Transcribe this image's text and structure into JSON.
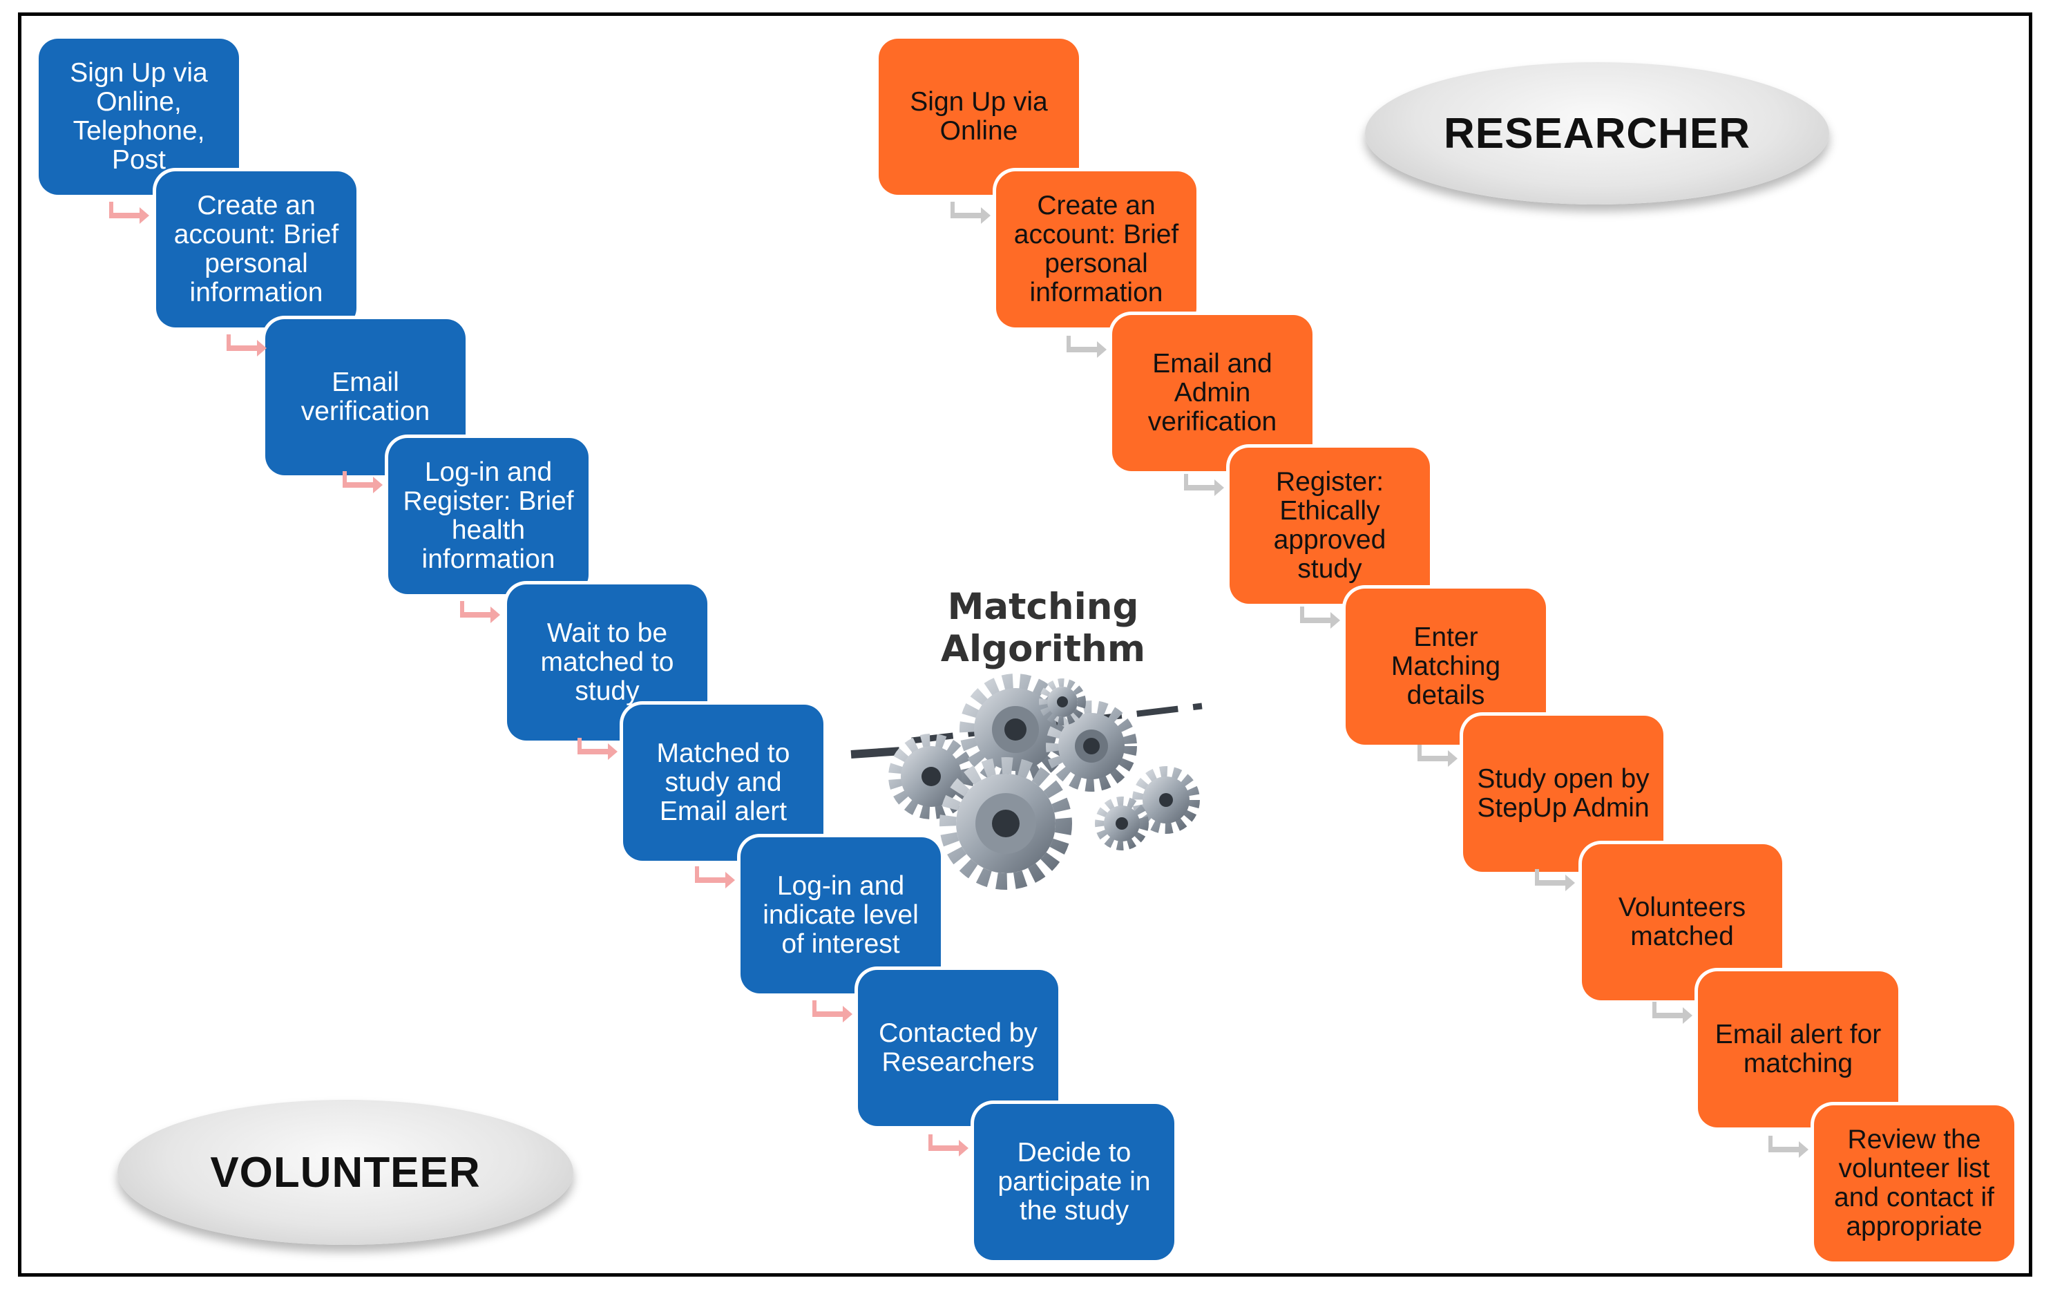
{
  "labels": {
    "volunteer": "VOLUNTEER",
    "researcher": "RESEARCHER",
    "algorithm": "Matching Algorithm"
  },
  "volunteer_steps": [
    "Sign Up via Online, Telephone, Post",
    "Create an account: Brief personal information",
    "Email verification",
    "Log-in and Register: Brief health information",
    "Wait to be matched to study",
    "Matched to study and Email alert",
    "Log-in and indicate level of interest",
    "Contacted by Researchers",
    "Decide to participate in the study"
  ],
  "researcher_steps": [
    "Sign Up via Online",
    "Create an account: Brief personal information",
    "Email and Admin verification",
    "Register: Ethically approved study",
    "Enter Matching details",
    "Study open by StepUp Admin",
    "Volunteers matched",
    "Email alert for matching",
    "Review the volunteer list and contact if appropriate"
  ],
  "colors": {
    "volunteer": "#1669b9",
    "researcher": "#ff6b26",
    "volunteer_arrow": "#f4a6a6",
    "researcher_arrow": "#c8c8c8"
  },
  "icons": {
    "arrow": "bent-right-arrow-icon",
    "gears": "gears-icon"
  }
}
